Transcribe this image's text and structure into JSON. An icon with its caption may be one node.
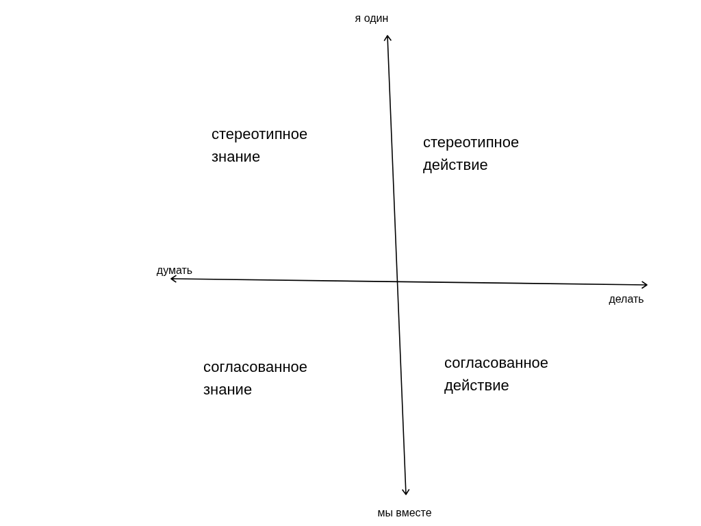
{
  "diagram": {
    "labels": [
      "я один",
      "стереотипное знание",
      "стереотипное действие",
      "думать",
      "делать",
      "согласованное знание",
      "согласованное действие",
      "мы вместе"
    ]
  }
}
